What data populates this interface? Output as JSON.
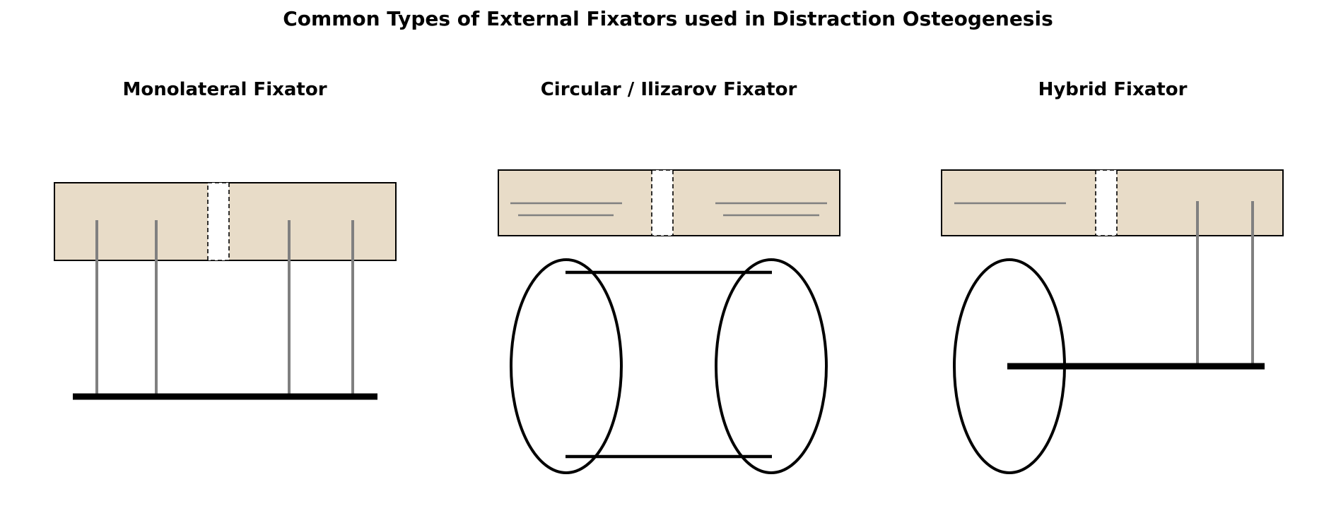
{
  "title": "Common Types of External Fixators used in Distraction Osteogenesis",
  "panels": [
    {
      "id": "monolateral",
      "title": "Monolateral Fixator"
    },
    {
      "id": "circular",
      "title": "Circular / Ilizarov Fixator"
    },
    {
      "id": "hybrid",
      "title": "Hybrid Fixator"
    }
  ],
  "colors": {
    "bone_fill": "#e8dcc8",
    "outline": "#000000",
    "pin": "#808080",
    "gap_fill": "#ffffff"
  }
}
